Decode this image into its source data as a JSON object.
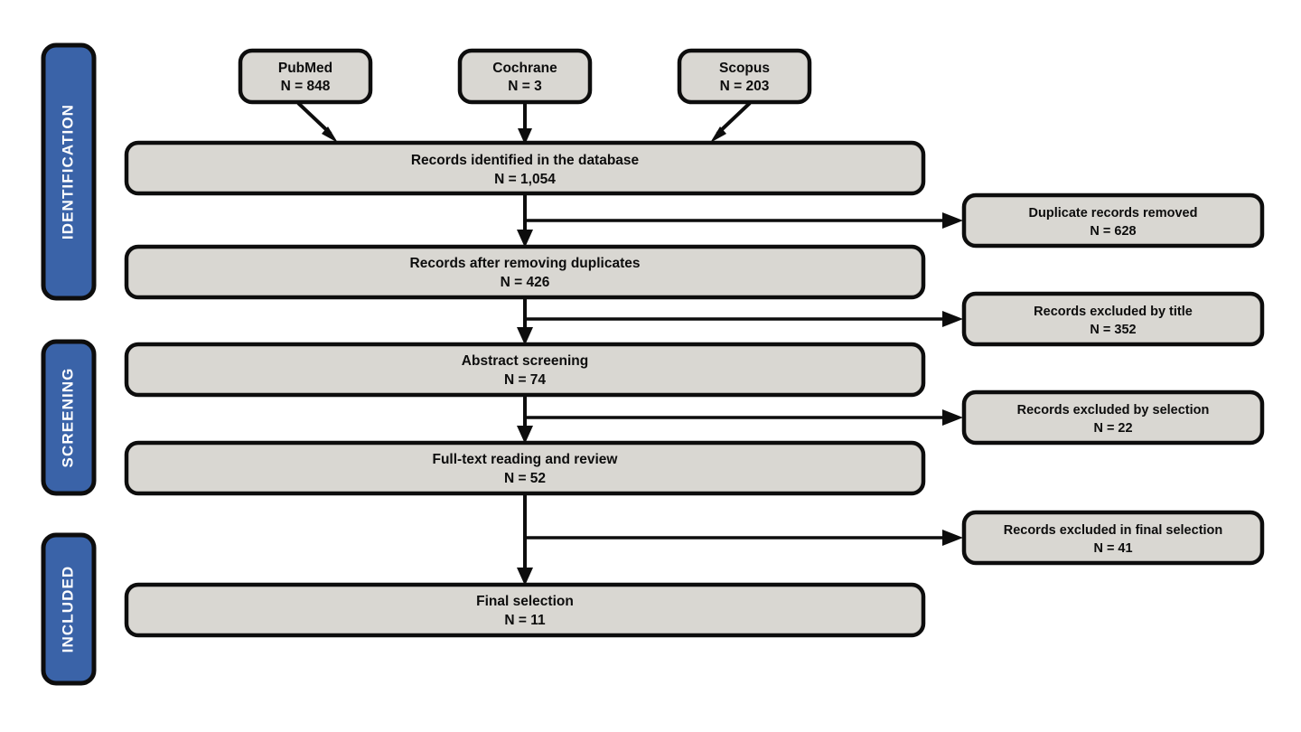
{
  "diagram": {
    "type": "prisma-flow-diagram",
    "colors": {
      "stage_fill": "#3a63a8",
      "stage_text": "#ffffff",
      "box_fill": "#d9d7d2",
      "outline": "#0d0d0d",
      "background": "#ffffff"
    },
    "stages": [
      {
        "id": "identification",
        "label": "IDENTIFICATION"
      },
      {
        "id": "screening",
        "label": "SCREENING"
      },
      {
        "id": "included",
        "label": "INCLUDED"
      }
    ],
    "sources": [
      {
        "id": "pubmed",
        "name": "PubMed",
        "count_label": "N = 848",
        "count": 848
      },
      {
        "id": "cochrane",
        "name": "Cochrane",
        "count_label": "N = 3",
        "count": 3
      },
      {
        "id": "scopus",
        "name": "Scopus",
        "count_label": "N = 203",
        "count": 203
      }
    ],
    "flow_boxes": [
      {
        "id": "identified",
        "label": "Records identified in the database",
        "count_label": "N = 1,054",
        "count": 1054
      },
      {
        "id": "after-duplicates",
        "label": "Records after removing duplicates",
        "count_label": "N = 426",
        "count": 426
      },
      {
        "id": "abstract",
        "label": "Abstract screening",
        "count_label": "N = 74",
        "count": 74
      },
      {
        "id": "fulltext",
        "label": "Full-text reading and review",
        "count_label": "N = 52",
        "count": 52
      },
      {
        "id": "final",
        "label": "Final selection",
        "count_label": "N = 11",
        "count": 11
      }
    ],
    "exclusion_boxes": [
      {
        "id": "duplicates-removed",
        "label": "Duplicate records removed",
        "count_label": "N = 628",
        "count": 628
      },
      {
        "id": "excluded-title",
        "label": "Records excluded by title",
        "count_label": "N = 352",
        "count": 352
      },
      {
        "id": "excluded-selection",
        "label": "Records excluded by selection",
        "count_label": "N = 22",
        "count": 22
      },
      {
        "id": "excluded-final",
        "label": "Records excluded in final selection",
        "count_label": "N = 41",
        "count": 41
      }
    ]
  }
}
